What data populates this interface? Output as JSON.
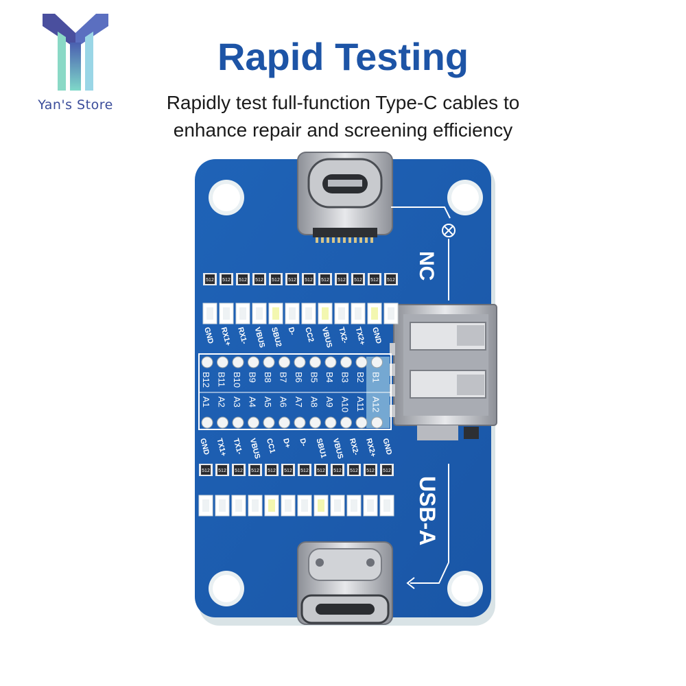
{
  "brand": {
    "name": "Yan's Store"
  },
  "header": {
    "title": "Rapid Testing",
    "subtitle_line1": "Rapidly test full-function Type-C cables to",
    "subtitle_line2": "enhance repair and screening efficiency"
  },
  "board": {
    "nc_label": "NC",
    "usba_label": "USB-A",
    "resistor_code": "512",
    "top_signals": [
      "GND",
      "RX1+",
      "RX1-",
      "VBUS",
      "SBU2",
      "D-",
      "CC2",
      "VBUS",
      "TX2-",
      "TX2+",
      "GND"
    ],
    "b_pins": [
      "B12",
      "B11",
      "B10",
      "B9",
      "B8",
      "B7",
      "B6",
      "B5",
      "B4",
      "B3",
      "B2",
      "B1"
    ],
    "a_pins": [
      "A1",
      "A2",
      "A3",
      "A4",
      "A5",
      "A6",
      "A7",
      "A8",
      "A9",
      "A10",
      "A11",
      "A12"
    ],
    "bottom_signals": [
      "GND",
      "TX1+",
      "TX1-",
      "VBUS",
      "CC1",
      "D+",
      "D-",
      "SBU1",
      "VBUS",
      "RX2-",
      "RX2+",
      "GND"
    ]
  }
}
